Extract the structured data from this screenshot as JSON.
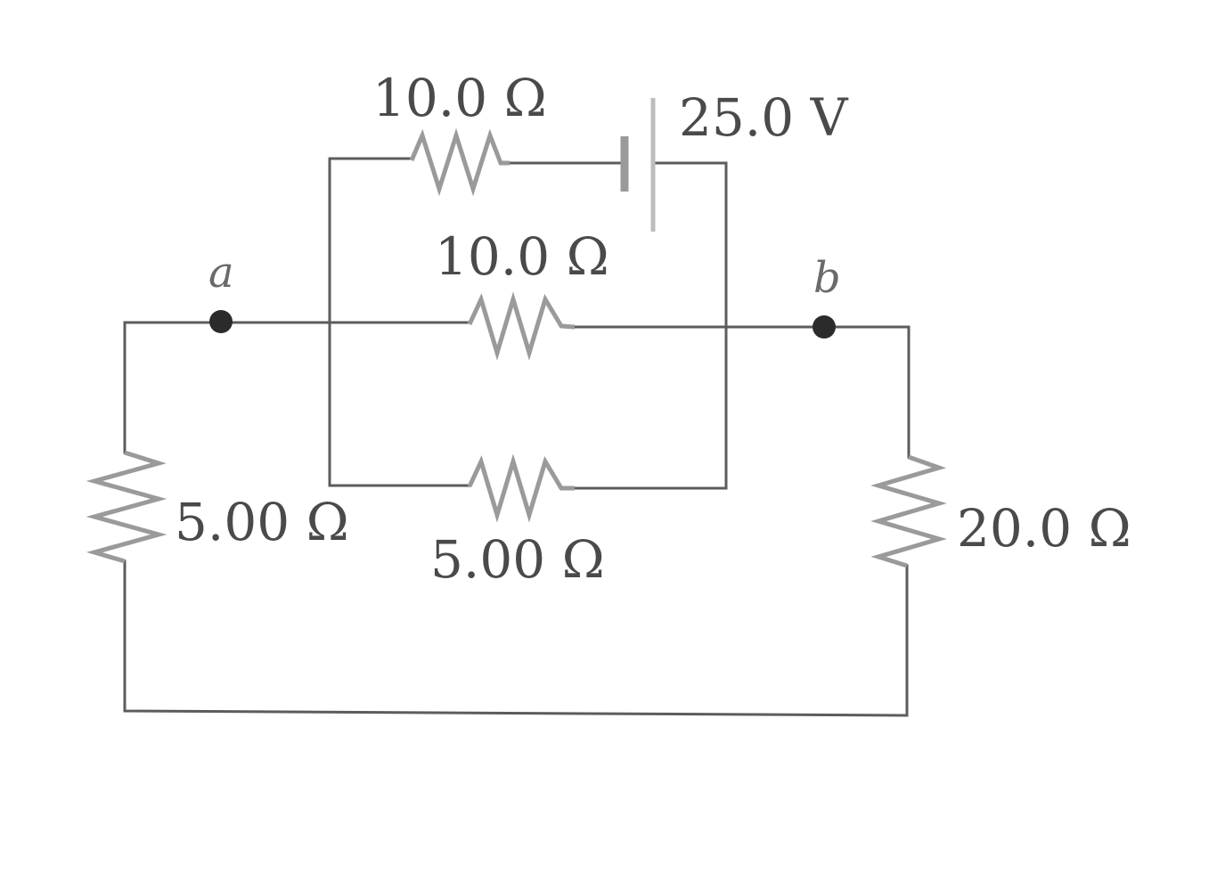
{
  "labels": {
    "r_top": "10.0 Ω",
    "battery": "25.0 V",
    "r_mid": "10.0 Ω",
    "r_bottom": "5.00 Ω",
    "r_left": "5.00 Ω",
    "r_right": "20.0 Ω",
    "node_a": "a",
    "node_b": "b"
  }
}
